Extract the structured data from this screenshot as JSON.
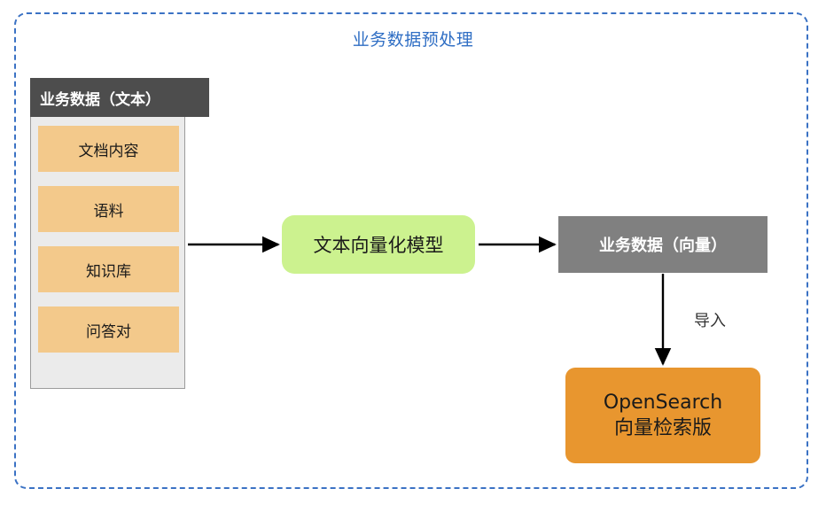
{
  "diagram": {
    "title": "业务数据预处理",
    "title_color": "#2f6ec4",
    "frame_border_color": "#3b72c4",
    "source_group": {
      "header_label": "业务数据（文本）",
      "header_bg": "#4d4d4d",
      "panel_bg": "#ebebeb",
      "item_bg": "#f3c98b",
      "items": [
        {
          "label": "文档内容"
        },
        {
          "label": "语料"
        },
        {
          "label": "知识库"
        },
        {
          "label": "问答对"
        }
      ]
    },
    "process_node": {
      "label": "文本向量化模型",
      "bg": "#ccf28f"
    },
    "vector_node": {
      "label": "业务数据（向量）",
      "bg": "#808080"
    },
    "store_node": {
      "line1": "OpenSearch",
      "line2": "向量检索版",
      "bg": "#e8962f"
    },
    "edges": [
      {
        "name": "source-to-model",
        "label": ""
      },
      {
        "name": "model-to-vector",
        "label": ""
      },
      {
        "name": "vector-to-store",
        "label": "导入"
      }
    ]
  }
}
